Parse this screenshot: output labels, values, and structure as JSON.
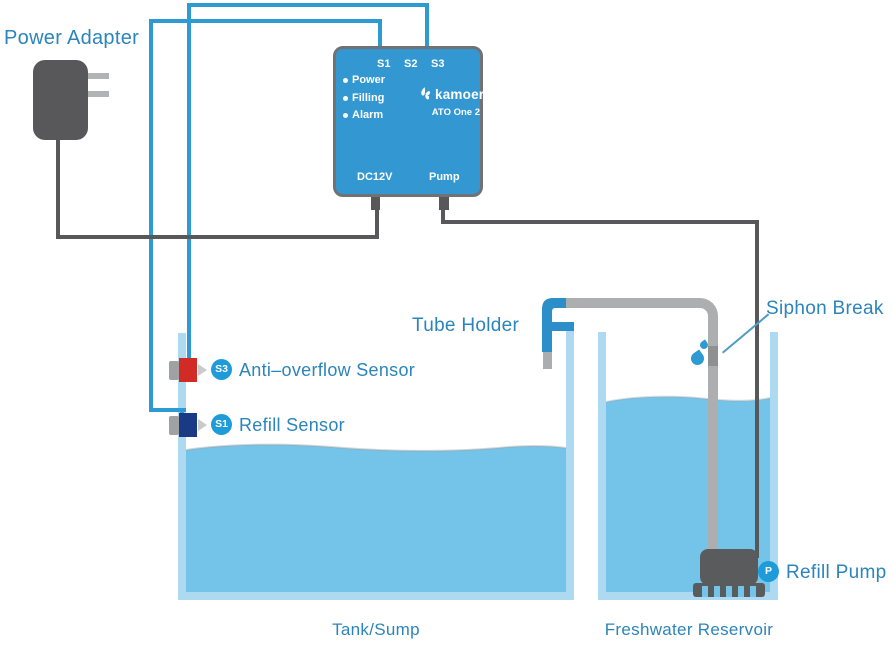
{
  "labels": {
    "power_adapter": "Power Adapter",
    "tube_holder": "Tube Holder",
    "siphon_break": "Siphon Break",
    "anti_overflow_sensor": "Anti–overflow Sensor",
    "refill_sensor": "Refill Sensor",
    "refill_pump": "Refill Pump",
    "tank_sump": "Tank/Sump",
    "freshwater_reservoir": "Freshwater Reservoir"
  },
  "badges": {
    "anti_overflow": "S3",
    "refill": "S1",
    "pump": "P"
  },
  "controller": {
    "ports": [
      "S1",
      "S2",
      "S3"
    ],
    "leds": [
      "Power",
      "Filling",
      "Alarm"
    ],
    "brand": "kamoer",
    "model": "ATO One 2",
    "power_port": "DC12V",
    "pump_port": "Pump"
  },
  "colors": {
    "accent_blue": "#2E9AD3",
    "label_blue": "#2B84BB",
    "controller_fill": "#3398D2",
    "water": "#74C3E8",
    "container_wall": "#AEDAF1",
    "cable_dark": "#58585A",
    "tube_gray": "#ACAEB0",
    "sensor_red": "#D22B26",
    "sensor_navy": "#1A3A86",
    "badge_blue": "#1E9CD9"
  }
}
